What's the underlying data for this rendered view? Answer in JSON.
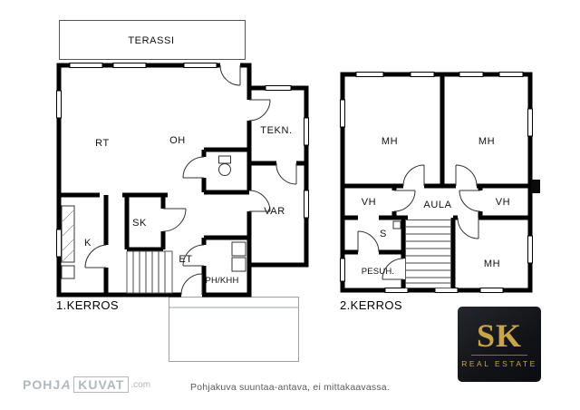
{
  "page": {
    "caption": "Pohjakuva suuntaa-antava, ei mittakaavassa."
  },
  "floor1": {
    "label": "1.KERROS",
    "rooms": {
      "terassi": "TERASSI",
      "rt": "RT",
      "oh": "OH",
      "tekn": "TEKN.",
      "var": "VAR",
      "sk": "SK",
      "k": "K",
      "et": "ET",
      "ph_khh": "PH/KHH"
    }
  },
  "floor2": {
    "label": "2.KERROS",
    "rooms": {
      "mh_top_left": "MH",
      "mh_top_right": "MH",
      "mh_bottom": "MH",
      "vh_left": "VH",
      "vh_right": "VH",
      "aula": "AULA",
      "s": "S",
      "pesuh": "PESUH."
    }
  },
  "branding": {
    "pohjakuvat": {
      "part1": "POHJ",
      "a": "A",
      "part2": "KUVAT",
      "suffix": ".com"
    },
    "sk_logo": {
      "initials": "SK",
      "name": "REAL ESTATE"
    }
  },
  "colors": {
    "wall": "#000000",
    "gold": "#c8a44b",
    "logo_background": "#121317"
  }
}
